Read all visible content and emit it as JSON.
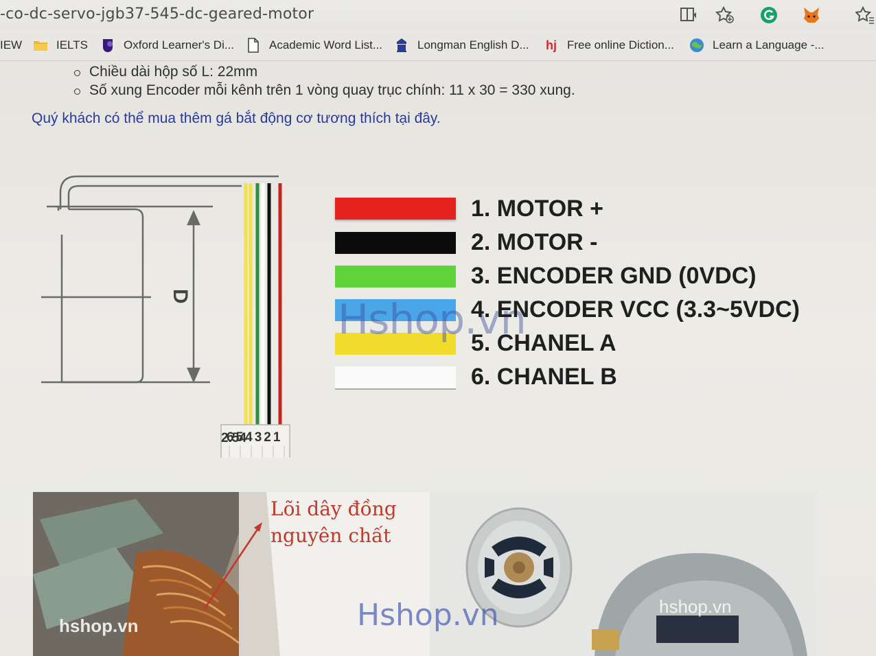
{
  "browser": {
    "url": "-co-dc-servo-jgb37-545-dc-geared-motor",
    "toolbar_icons": [
      "reader-view-icon",
      "favorite-add-icon",
      "grammarly-icon",
      "metamask-icon",
      "favorites-icon"
    ]
  },
  "bookmarks": [
    {
      "label": "IEW",
      "icon": ""
    },
    {
      "label": "IELTS",
      "icon": "folder-icon"
    },
    {
      "label": "Oxford Learner's Di...",
      "icon": "oxford-icon"
    },
    {
      "label": "Academic Word List...",
      "icon": "page-icon"
    },
    {
      "label": "Longman English D...",
      "icon": "longman-icon"
    },
    {
      "label": "Free online Diction...",
      "icon": "hj-icon",
      "badge": "hj"
    },
    {
      "label": "Learn a Language -...",
      "icon": "globe-icon"
    }
  ],
  "content": {
    "list_items": [
      "Chiều dài hộp số L: 22mm",
      "Số xung Encoder mỗi kênh trên 1 vòng quay trục chính: 11 x 30 = 330 xung."
    ],
    "link_text": "Quý khách có thể mua thêm gá bắt động cơ tương thích tại đây."
  },
  "diagram": {
    "dimension_label": "D",
    "pin_numbers": "654321",
    "pitch_label": "2.54",
    "wires": [
      {
        "label": "1. MOTOR +",
        "color": "#e5231f"
      },
      {
        "label": "2. MOTOR -",
        "color": "#0b0b0b"
      },
      {
        "label": "3. ENCODER GND (0VDC)",
        "color": "#5fd43a"
      },
      {
        "label": "4. ENCODER VCC (3.3~5VDC)",
        "color": "#4aa6e8"
      },
      {
        "label": "5. CHANEL A",
        "color": "#f0dc2c"
      },
      {
        "label": "6. CHANEL B",
        "color": "#ffffff"
      }
    ],
    "watermark": "Hshop.vn"
  },
  "photos": {
    "caption_line1": "Lõi dây đồng",
    "caption_line2": "nguyên chất",
    "watermark_left": "hshop.vn",
    "watermark_center": "Hshop.vn",
    "watermark_right": "hshop.vn"
  }
}
